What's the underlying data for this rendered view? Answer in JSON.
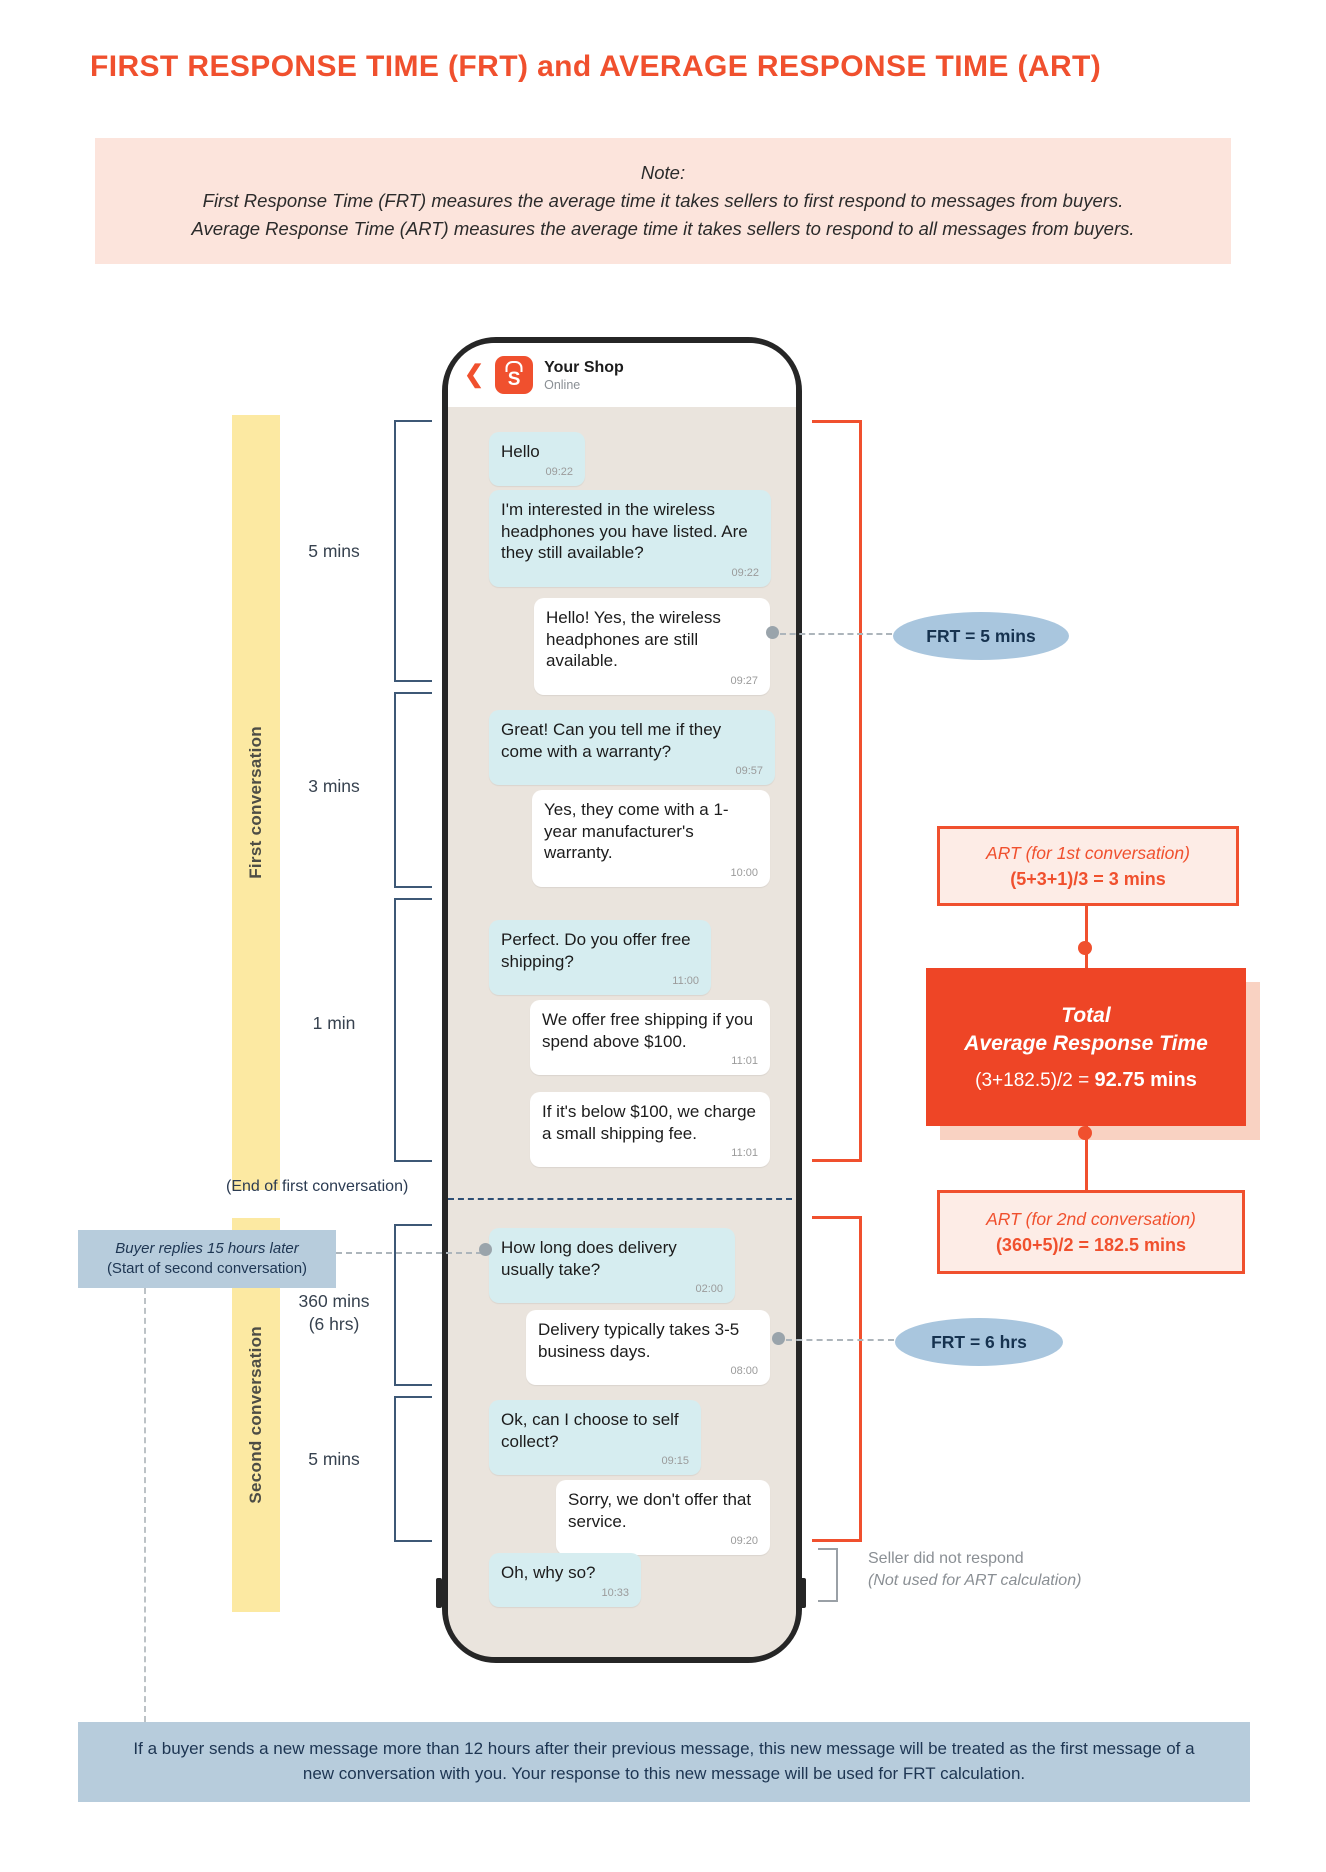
{
  "title": "FIRST RESPONSE TIME (FRT) and AVERAGE RESPONSE TIME (ART)",
  "note": {
    "heading": "Note:",
    "line1": "First Response Time (FRT) measures the average time it takes sellers to first respond to messages from buyers.",
    "line2": "Average Response Time (ART) measures the average time it takes sellers to respond to all messages from buyers."
  },
  "phone": {
    "back_icon": "❮",
    "logo_letter": "S",
    "shop_name": "Your Shop",
    "status": "Online"
  },
  "messages": [
    {
      "from": "buyer",
      "text": "Hello",
      "time": "09:22"
    },
    {
      "from": "buyer",
      "text": "I'm interested in the wireless headphones you have listed. Are they still available?",
      "time": "09:22"
    },
    {
      "from": "seller",
      "text": "Hello! Yes, the wireless headphones are still available.",
      "time": "09:27"
    },
    {
      "from": "buyer",
      "text": "Great! Can you tell me if they come with a warranty?",
      "time": "09:57"
    },
    {
      "from": "seller",
      "text": "Yes, they come with a 1-year manufacturer's warranty.",
      "time": "10:00"
    },
    {
      "from": "buyer",
      "text": "Perfect. Do you offer free shipping?",
      "time": "11:00"
    },
    {
      "from": "seller",
      "text": "We offer free shipping if you spend above $100.",
      "time": "11:01"
    },
    {
      "from": "seller",
      "text": "If it's below $100, we charge a small shipping fee.",
      "time": "11:01"
    },
    {
      "from": "buyer",
      "text": "How long does delivery usually take?",
      "time": "02:00"
    },
    {
      "from": "seller",
      "text": "Delivery typically takes 3-5 business days.",
      "time": "08:00"
    },
    {
      "from": "buyer",
      "text": "Ok, can I choose to self collect?",
      "time": "09:15"
    },
    {
      "from": "seller",
      "text": "Sorry, we don't offer that service.",
      "time": "09:20"
    },
    {
      "from": "buyer",
      "text": "Oh, why so?",
      "time": "10:33"
    }
  ],
  "timeline": {
    "first_conversation_label": "First conversation",
    "second_conversation_label": "Second conversation",
    "gaps": [
      {
        "line1": "5 mins"
      },
      {
        "line1": "3 mins"
      },
      {
        "line1": "1 min"
      },
      {
        "line1": "360 mins",
        "line2": "(6 hrs)"
      },
      {
        "line1": "5 mins"
      }
    ],
    "end_first": "(End of first conversation)",
    "buyer_replies_line1": "Buyer replies 15 hours later",
    "buyer_replies_line2": "(Start of second conversation)"
  },
  "annotations": {
    "frt_first": "FRT = 5 mins",
    "frt_second": "FRT = 6 hrs",
    "art_first_title": "ART (for 1st conversation)",
    "art_first_formula": "(5+3+1)/3 = 3 mins",
    "art_second_title": "ART (for 2nd conversation)",
    "art_second_formula": "(360+5)/2 = 182.5 mins",
    "total_line1": "Total",
    "total_line2": "Average Response Time",
    "total_formula": "(3+182.5)/2 = ",
    "total_result": "92.75 mins",
    "no_response_line1": "Seller did not respond",
    "no_response_line2": "(Not used for ART calculation)"
  },
  "footer": "If a buyer sends a new message more than 12 hours after their previous message, this new message will be treated as the first message of a new conversation with you. Your response to this new message will be used for FRT calculation.",
  "colors": {
    "accent_orange": "#f0502e",
    "note_bg": "#fce4dc",
    "yellow_bar": "#fce9a2",
    "chat_bg": "#eae4dd",
    "buyer_bubble": "#d6edf0",
    "pill_blue": "#a9c6de",
    "blue_box_bg": "#b7ccdc",
    "art_bg": "#fdece6",
    "total_bg": "#ee4526",
    "total_shadow": "#f9d2c2"
  }
}
